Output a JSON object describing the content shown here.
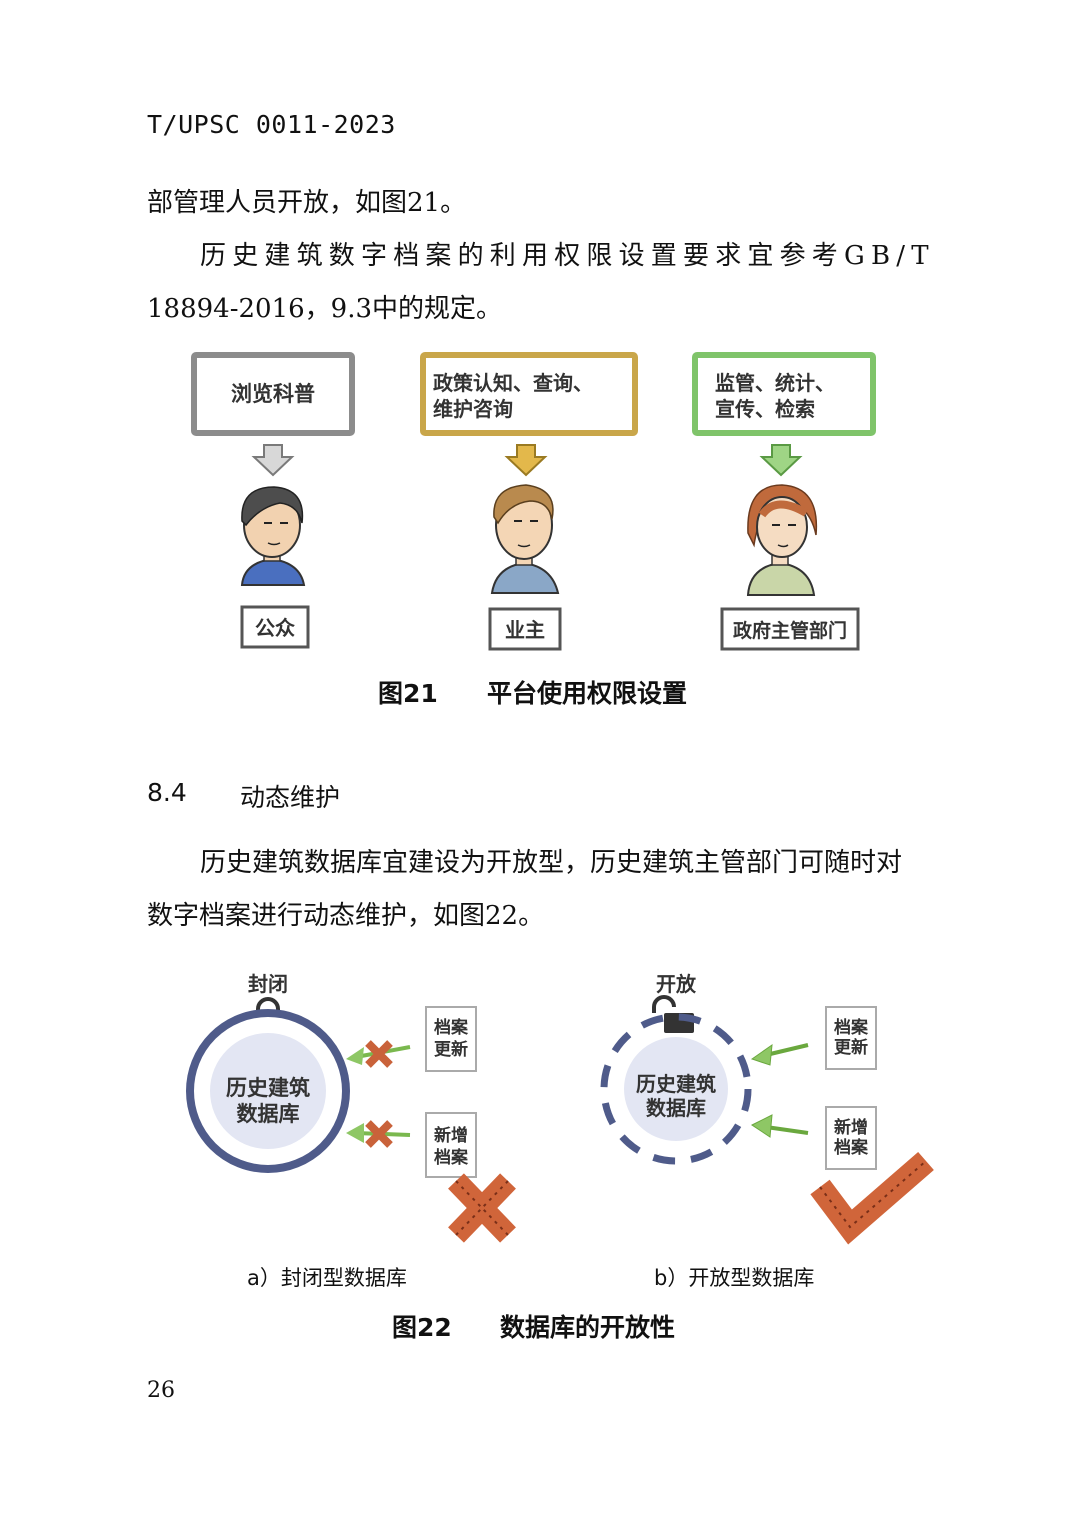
{
  "header": {
    "code": "T/UPSC 0011-2023"
  },
  "paragraphs": {
    "p1": "部管理人员开放，如图21。",
    "p2_line1": "历史建筑数字档案的利用权限设置要求宜参考GB/T",
    "p2_line2": "18894-2016，9.3中的规定。"
  },
  "figure21": {
    "boxes": [
      {
        "line1": "浏览科普",
        "line2": "",
        "color": "#8c8c8c"
      },
      {
        "line1": "政策认知、查询、",
        "line2": "维护咨询",
        "color": "#c9a64a"
      },
      {
        "line1": "监管、统计、",
        "line2": "宣传、检索",
        "color": "#7fc46a"
      }
    ],
    "roles": [
      "公众",
      "业主",
      "政府主管部门"
    ],
    "caption_number": "图21",
    "caption_title": "平台使用权限设置"
  },
  "section": {
    "number": "8.4",
    "title": "动态维护"
  },
  "paragraphs2": {
    "line1": "历史建筑数据库宜建设为开放型，历史建筑主管部门可随时对",
    "line2": "数字档案进行动态维护，如图22。"
  },
  "figure22": {
    "left": {
      "lock_label": "封闭",
      "db_line1": "历史建筑",
      "db_line2": "数据库",
      "doc1_line1": "档案",
      "doc1_line2": "更新",
      "doc2_line1": "新增",
      "doc2_line2": "档案",
      "subcaption": "a）封闭型数据库"
    },
    "right": {
      "lock_label": "开放",
      "db_line1": "历史建筑",
      "db_line2": "数据库",
      "doc1_line1": "档案",
      "doc1_line2": "更新",
      "doc2_line1": "新增",
      "doc2_line2": "档案",
      "subcaption": "b）开放型数据库"
    },
    "caption_number": "图22",
    "caption_title": "数据库的开放性"
  },
  "page_number": "26"
}
